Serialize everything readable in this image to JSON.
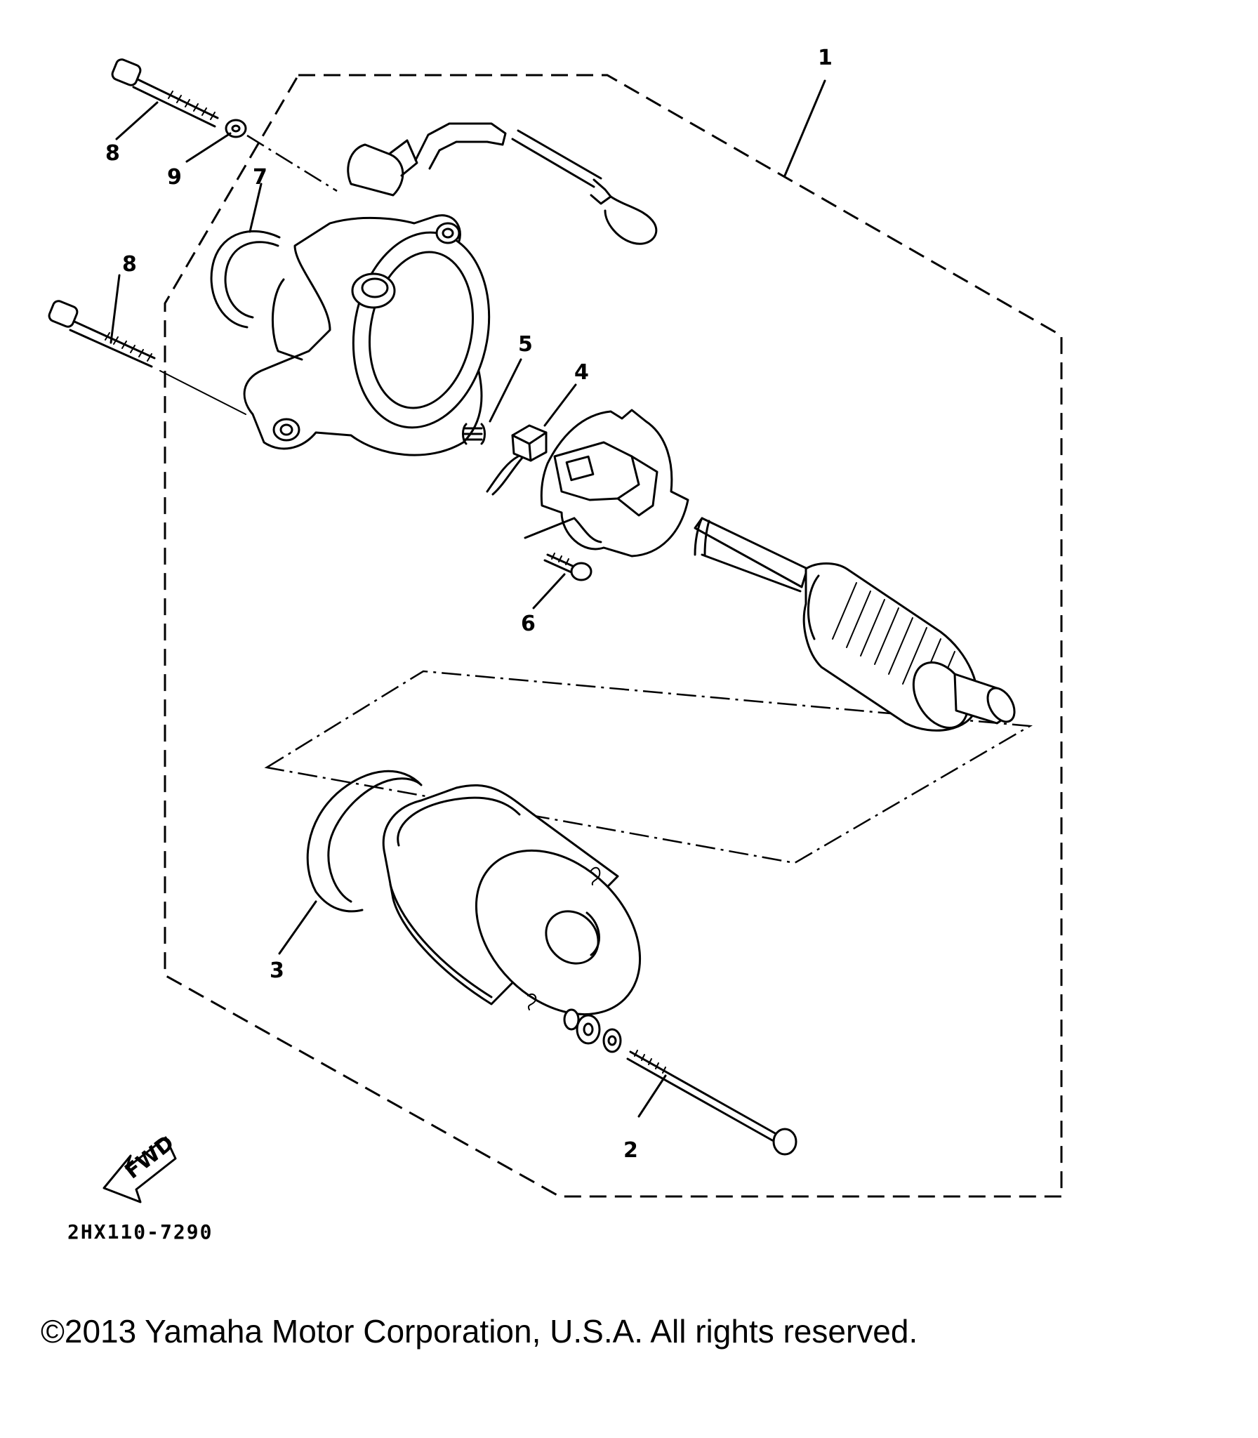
{
  "diagram": {
    "callouts": [
      {
        "id": "callout-1",
        "text": "1"
      },
      {
        "id": "callout-2",
        "text": "2"
      },
      {
        "id": "callout-3",
        "text": "3"
      },
      {
        "id": "callout-4",
        "text": "4"
      },
      {
        "id": "callout-5",
        "text": "5"
      },
      {
        "id": "callout-6",
        "text": "6"
      },
      {
        "id": "callout-7",
        "text": "7"
      },
      {
        "id": "callout-8a",
        "text": "8"
      },
      {
        "id": "callout-8b",
        "text": "8"
      },
      {
        "id": "callout-9",
        "text": "9"
      }
    ],
    "fwd_label": "FWD",
    "diagram_code": "2HX110-7290"
  },
  "footer": {
    "copyright": "©2013 Yamaha Motor Corporation, U.S.A. All rights reserved."
  }
}
